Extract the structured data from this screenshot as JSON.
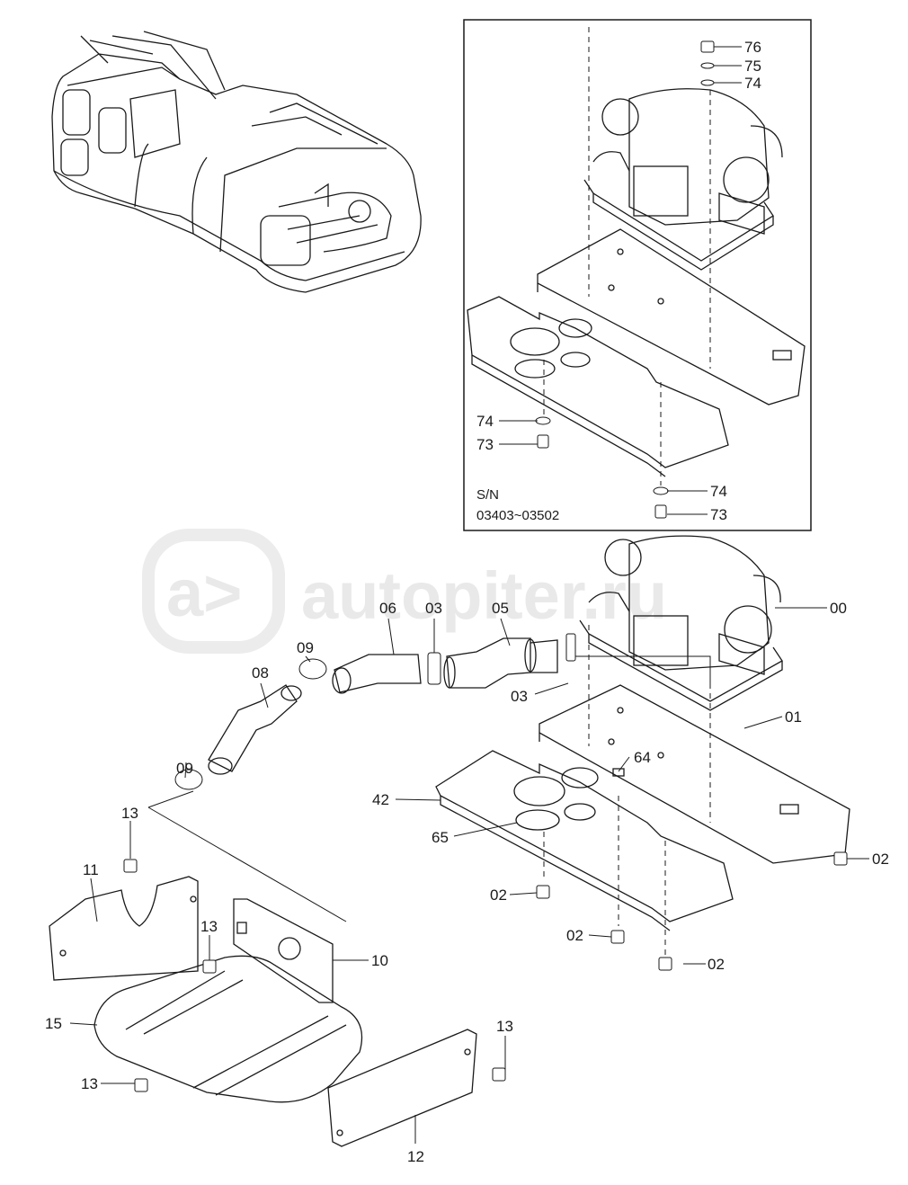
{
  "watermark": {
    "text": "autopiter.ru"
  },
  "inset": {
    "sn_label": "S/N",
    "sn_range": "03403~03502"
  },
  "callouts": [
    {
      "id": "c76",
      "label": "76"
    },
    {
      "id": "c75",
      "label": "75"
    },
    {
      "id": "c74a",
      "label": "74"
    },
    {
      "id": "c74b",
      "label": "74"
    },
    {
      "id": "c73a",
      "label": "73"
    },
    {
      "id": "c74c",
      "label": "74"
    },
    {
      "id": "c73b",
      "label": "73"
    },
    {
      "id": "c00",
      "label": "00"
    },
    {
      "id": "c06",
      "label": "06"
    },
    {
      "id": "c03a",
      "label": "03"
    },
    {
      "id": "c05",
      "label": "05"
    },
    {
      "id": "c09a",
      "label": "09"
    },
    {
      "id": "c08",
      "label": "08"
    },
    {
      "id": "c03b",
      "label": "03"
    },
    {
      "id": "c01",
      "label": "01"
    },
    {
      "id": "c09b",
      "label": "09"
    },
    {
      "id": "c64",
      "label": "64"
    },
    {
      "id": "c42",
      "label": "42"
    },
    {
      "id": "c65",
      "label": "65"
    },
    {
      "id": "c02a",
      "label": "02"
    },
    {
      "id": "c13a",
      "label": "13"
    },
    {
      "id": "c02b",
      "label": "02"
    },
    {
      "id": "c02c",
      "label": "02"
    },
    {
      "id": "c02d",
      "label": "02"
    },
    {
      "id": "c11",
      "label": "11"
    },
    {
      "id": "c13b",
      "label": "13"
    },
    {
      "id": "c10",
      "label": "10"
    },
    {
      "id": "c15",
      "label": "15"
    },
    {
      "id": "c13c",
      "label": "13"
    },
    {
      "id": "c13d",
      "label": "13"
    },
    {
      "id": "c12",
      "label": "12"
    }
  ]
}
